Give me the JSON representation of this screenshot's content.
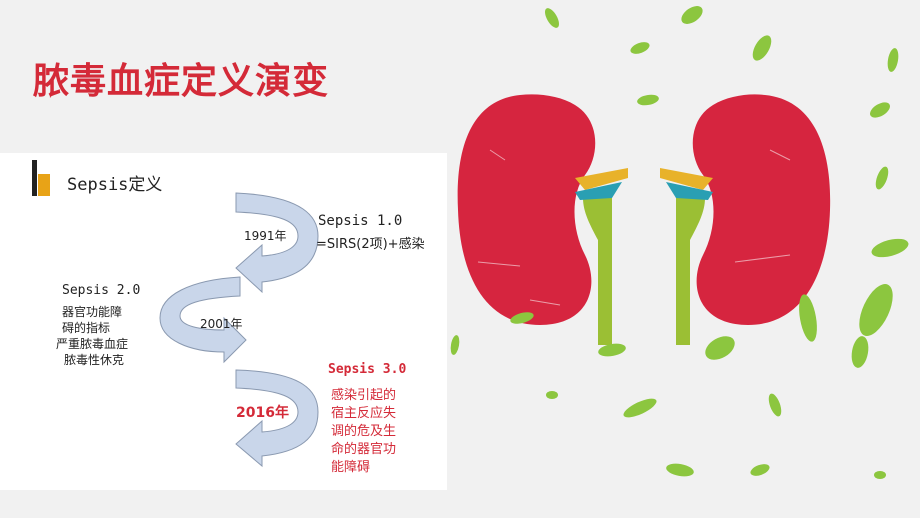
{
  "slide": {
    "title": "脓毒血症定义演变",
    "subtitle": "Sepsis定义"
  },
  "timeline": {
    "y1991": "1991年",
    "sepsis1_title": "Sepsis 1.0",
    "sepsis1_def": "=SIRS(2项)+感染",
    "y2001": "2001年",
    "sepsis2_title": "Sepsis 2.0",
    "sepsis2_lines": [
      "器官功能障",
      "碍的指标",
      "严重脓毒血症",
      "脓毒性休克"
    ],
    "y2016": "2016年",
    "sepsis3_title": "Sepsis 3.0",
    "sepsis3_lines": [
      "感染引起的",
      "宿主反应失",
      "调的危及生",
      "命的器官功",
      "能障碍"
    ]
  },
  "colors": {
    "title_red": "#d42a38",
    "kidney_red": "#d6253f",
    "ureter_green": "#9bbf34",
    "arrow_fill": "#c9d6ea",
    "leaf_green": "#8cc63f"
  },
  "icons": [
    "bookmark-logo-icon",
    "kidney-illustration",
    "leaf-decoration"
  ]
}
